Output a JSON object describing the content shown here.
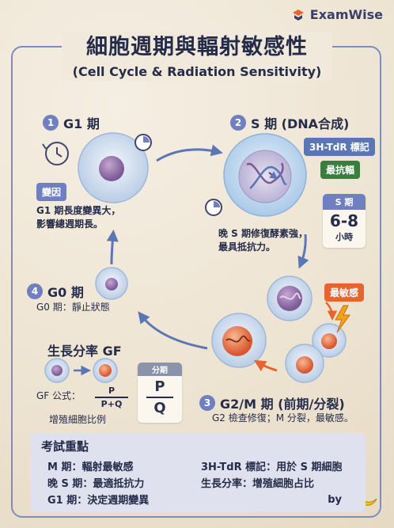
{
  "brand": {
    "name": "ExamWise"
  },
  "title": {
    "zh": "細胞週期與輻射敏感性",
    "en": "(Cell Cycle & Radiation Sensitivity)"
  },
  "stages": {
    "g1": {
      "num": "1",
      "name": "G1 期",
      "tag": "變因",
      "desc1": "G1 期長度變異大，",
      "desc2": "影響總週期長。"
    },
    "s": {
      "num": "2",
      "name": "S 期 (DNA合成)",
      "tag1": "3H-TdR 標記",
      "tag2": "最抗輻",
      "desc1": "晚 S 期修復酵素強，",
      "desc2": "最具抵抗力。"
    },
    "s_box": {
      "head": "S 期",
      "big": "6-8",
      "small": "小時"
    },
    "g2m": {
      "num": "3",
      "name": "G2/M 期 (前期/分裂)",
      "tag": "最敏感",
      "desc": "G2 檢查修復；M 分裂，最敏感。"
    },
    "g0": {
      "num": "4",
      "name": "G0 期",
      "desc": "G0 期：靜止狀態"
    }
  },
  "growth": {
    "title": "生長分率 GF",
    "formula_label": "GF 公式：",
    "num": "P",
    "den": "P+Q",
    "caption": "增殖細胞比例",
    "box_head": "分期",
    "box_top": "P",
    "box_bottom": "Q"
  },
  "summary": {
    "title": "考試重點",
    "items": [
      "M 期：輻射最敏感",
      "晚 S 期：最適抵抗力",
      "G1 期：決定週期變異",
      "3H-TdR 標記：用於 S 期細胞",
      "生長分率：增殖細胞占比"
    ],
    "by": "by"
  },
  "colors": {
    "accent": "#6f7fc0",
    "orange": "#e4662e",
    "green": "#3a7d3f",
    "blue": "#5b76b5"
  }
}
